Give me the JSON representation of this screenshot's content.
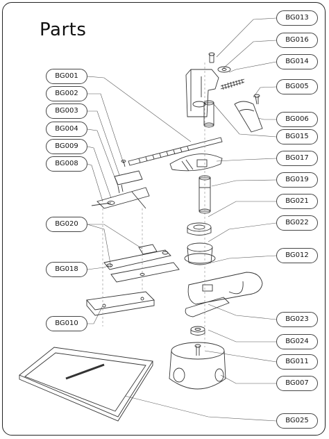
{
  "title": "Parts",
  "parts": [
    {
      "id": "BG013",
      "label": "BG013"
    },
    {
      "id": "BG016",
      "label": "BG016"
    },
    {
      "id": "BG014",
      "label": "BG014"
    },
    {
      "id": "BG005",
      "label": "BG005"
    },
    {
      "id": "BG006",
      "label": "BG006"
    },
    {
      "id": "BG015",
      "label": "BG015"
    },
    {
      "id": "BG017",
      "label": "BG017"
    },
    {
      "id": "BG019",
      "label": "BG019"
    },
    {
      "id": "BG021",
      "label": "BG021"
    },
    {
      "id": "BG022",
      "label": "BG022"
    },
    {
      "id": "BG012",
      "label": "BG012"
    },
    {
      "id": "BG023",
      "label": "BG023"
    },
    {
      "id": "BG024",
      "label": "BG024"
    },
    {
      "id": "BG011",
      "label": "BG011"
    },
    {
      "id": "BG007",
      "label": "BG007"
    },
    {
      "id": "BG025",
      "label": "BG025"
    },
    {
      "id": "BG001",
      "label": "BG001"
    },
    {
      "id": "BG002",
      "label": "BG002"
    },
    {
      "id": "BG003",
      "label": "BG003"
    },
    {
      "id": "BG004",
      "label": "BG004"
    },
    {
      "id": "BG009",
      "label": "BG009"
    },
    {
      "id": "BG008",
      "label": "BG008"
    },
    {
      "id": "BG020",
      "label": "BG020"
    },
    {
      "id": "BG018",
      "label": "BG018"
    },
    {
      "id": "BG010",
      "label": "BG010"
    }
  ]
}
